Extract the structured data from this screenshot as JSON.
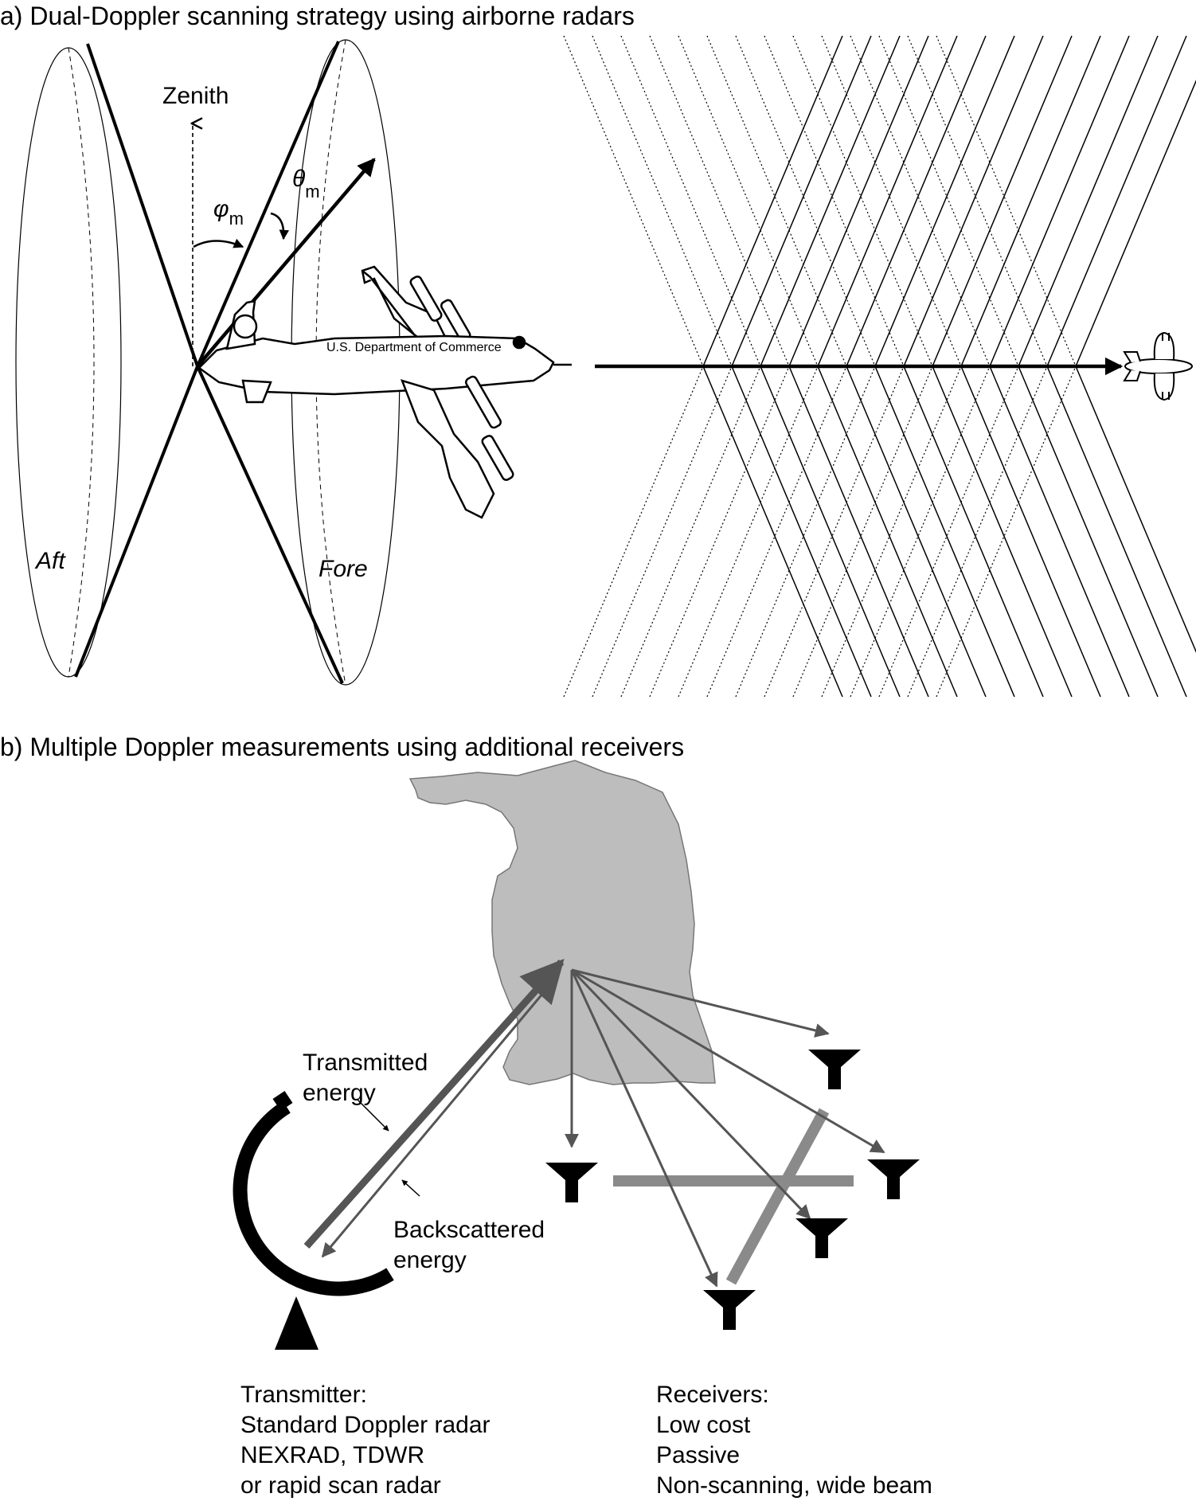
{
  "panel_a": {
    "title": "a) Dual-Doppler scanning strategy using airborne radars",
    "zenith": "Zenith",
    "phi": "φ",
    "phi_sub": "m",
    "theta": "θ",
    "theta_sub": "m",
    "aircraft_text": "U.S. Department of Commerce",
    "aft": "Aft",
    "fore": "Fore"
  },
  "panel_b": {
    "title": "b) Multiple Doppler measurements using additional receivers",
    "transmitted": [
      "Transmitted",
      "energy"
    ],
    "backscattered": [
      "Backscattered",
      "energy"
    ],
    "transmitter": {
      "heading": "Transmitter:",
      "lines": [
        "Standard Doppler radar",
        "NEXRAD, TDWR",
        "or rapid scan radar"
      ]
    },
    "receivers": {
      "heading": "Receivers:",
      "lines": [
        "Low cost",
        "Passive",
        "Non-scanning, wide beam"
      ]
    }
  },
  "colors": {
    "ink": "#000000",
    "cloud": "#bdbdbd",
    "beam": "#555555",
    "gray_bar": "#8a8a8a"
  }
}
